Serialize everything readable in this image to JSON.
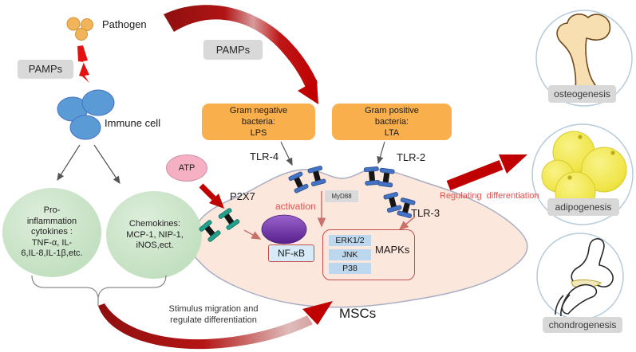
{
  "colors": {
    "accent_red": "#C00000",
    "orange_box": "#F9AF4C",
    "gray_label": "#D9D9D9",
    "green_ellipse": "#C9E4C7",
    "immune_blue": "#5B9BD5",
    "atp_pink": "#F5B1C3",
    "cell_fill": "#FBE7DC",
    "nucleus_purple": "#6F2DA8",
    "chip_blue": "#BDD7EE",
    "pathway_red_text": "#E05050"
  },
  "left_panel": {
    "pathogen": "Pathogen",
    "pamps": "PAMPs",
    "immune_cell": "Immune cell",
    "pro_inflammation": [
      "Pro-",
      "inflammation",
      "cytokines :",
      "TNF-α,  IL-",
      "6,IL-8,IL-1β,etc."
    ],
    "chemokines": [
      "Chemokines:",
      "MCP-1,  NIP-1,",
      "iNOS,ect."
    ]
  },
  "center_panel": {
    "pamps": "PAMPs",
    "gram_negative": [
      "Gram negative",
      "bacteria:",
      "LPS"
    ],
    "gram_positive": [
      "Gram positive",
      "bacteria:",
      "LTA"
    ],
    "atp": "ATP",
    "p2x7": "P2X7",
    "tlr4": "TLR-4",
    "tlr2": "TLR-2",
    "tlr3": "TLR-3",
    "myd88": "MyD88",
    "activation": "activation",
    "nfkb": "NF-κB",
    "erk": "ERK1/2",
    "jnk": "JNK",
    "p38": "P38",
    "mapks": "MAPKs",
    "mscs": "MSCs"
  },
  "annotations": {
    "regulating_differentiation": "Regulating  differentiation",
    "stimulus_line1": "Stimulus  migration and",
    "stimulus_line2": "regulate  differentiation"
  },
  "outcomes": {
    "osteogenesis": "osteogenesis",
    "adipogenesis": "adipogenesis",
    "chondrogenesis": "chondrogenesis"
  }
}
